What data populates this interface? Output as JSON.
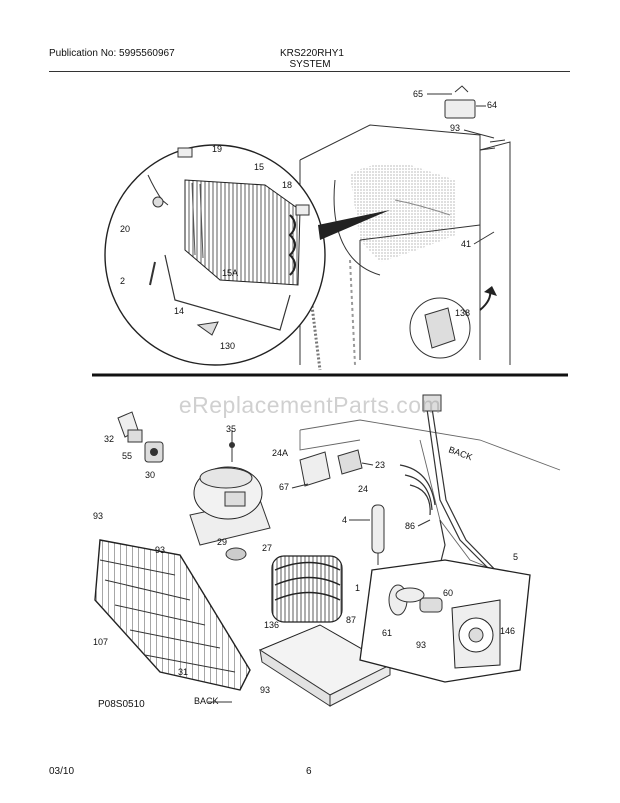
{
  "header": {
    "publication": "Publication No: 5995560967",
    "model": "KRS220RHY1",
    "section": "SYSTEM"
  },
  "footer": {
    "date": "03/10",
    "page": "6"
  },
  "figure_code": "P08S0510",
  "watermark": "eReplacementParts.com",
  "callouts": [
    "65",
    "64",
    "93",
    "19",
    "15",
    "18",
    "20",
    "15A",
    "2",
    "14",
    "130",
    "41",
    "138",
    "32",
    "55",
    "30",
    "35",
    "24A",
    "23",
    "67",
    "24",
    "4",
    "86",
    "5",
    "93",
    "93",
    "29",
    "27",
    "1",
    "60",
    "61",
    "136",
    "87",
    "146",
    "93",
    "107",
    "31",
    "93",
    "BACK"
  ]
}
